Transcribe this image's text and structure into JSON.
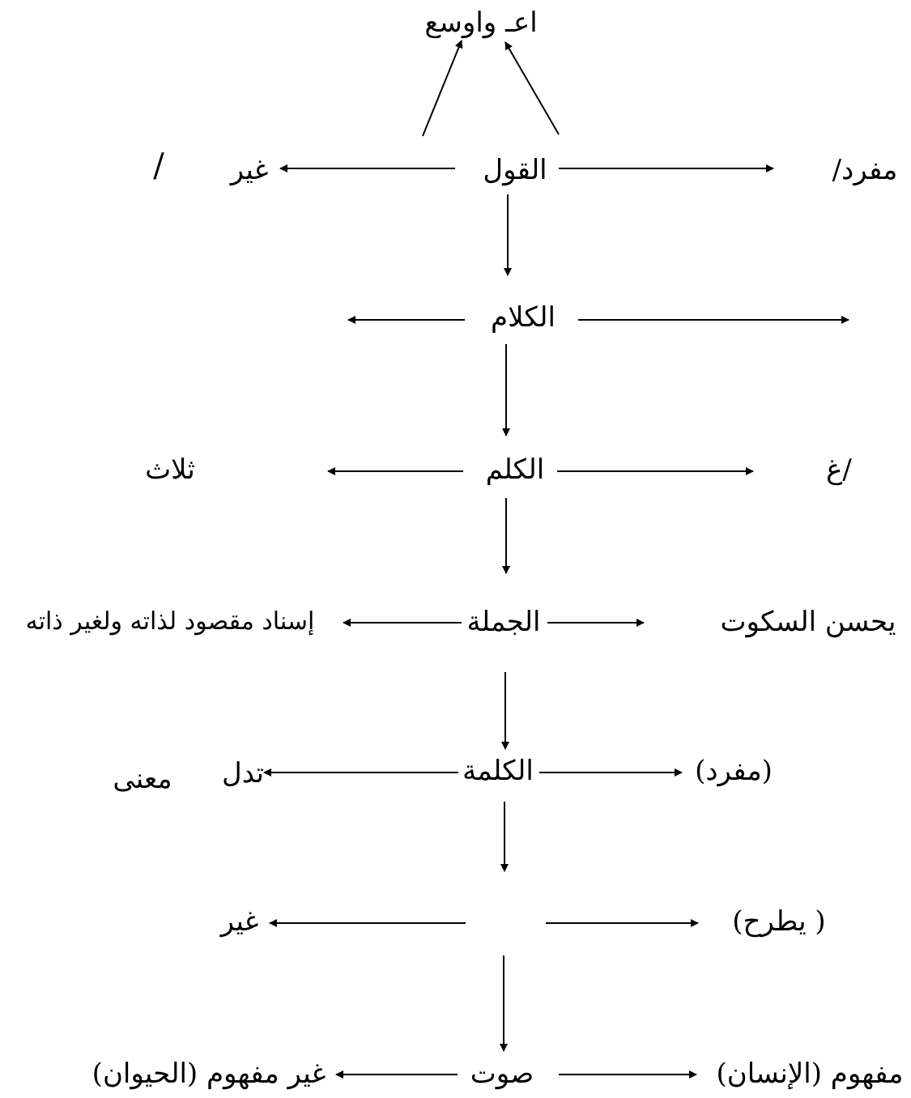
{
  "diagram": {
    "labels": {
      "top_wide": "اعـ واوسع",
      "qawl": "القول",
      "qawl_left": "غير",
      "qawl_left_slash": "/",
      "qawl_right": "مفرد/",
      "kalam": "الكلام",
      "kalim": "الكلم",
      "kalim_left": "ثلاث",
      "kalim_right": "/غ",
      "jumla": "الجملة",
      "jumla_left": "إسناد مقصود لذاته ولغير ذاته",
      "jumla_right": "يحسن السكوت",
      "kalima": "الكلمة",
      "kalima_left_a": "تدل",
      "kalima_left_b": "معنى",
      "kalima_right": "(مفرد)",
      "row6_left": "غير",
      "row6_right": "(  يطرح)",
      "sawt": "صوت",
      "sawt_left": "غير مفهوم (الحيوان)",
      "sawt_right": "مفهوم (الإنسان)"
    }
  }
}
